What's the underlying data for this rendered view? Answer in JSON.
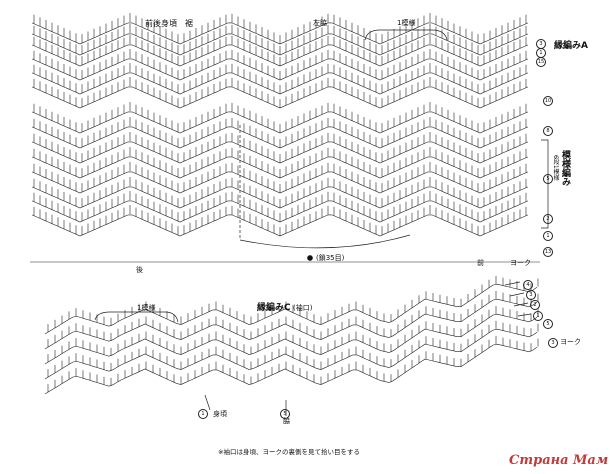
{
  "upper": {
    "title": "前後身頃　裾",
    "side_label": "左脇",
    "pattern_label": "1模様",
    "edge_label": "縁編みA",
    "main_pattern_label": "模様編み",
    "main_pattern_sub": "6段1模様",
    "chain_label": "(鎖35目)",
    "back_label": "後",
    "front_label": "前",
    "yoke_label": "ヨーク",
    "row_numbers": [
      "3",
      "1",
      "15",
      "10",
      "8",
      "5",
      "2",
      "1",
      "13"
    ]
  },
  "lower": {
    "pattern_label": "1模様",
    "edge_label": "縁編みC",
    "edge_sub": "(袖口)",
    "body_label": "身頃",
    "side_label": "脇",
    "yoke_label": "ヨーク",
    "row_numbers": [
      "4",
      "3",
      "2",
      "1",
      "5",
      "3",
      "1",
      "5"
    ]
  },
  "note": "※袖口は身頃、ヨークの裏側を見て拾い目をする",
  "watermark": "Страна Мам"
}
